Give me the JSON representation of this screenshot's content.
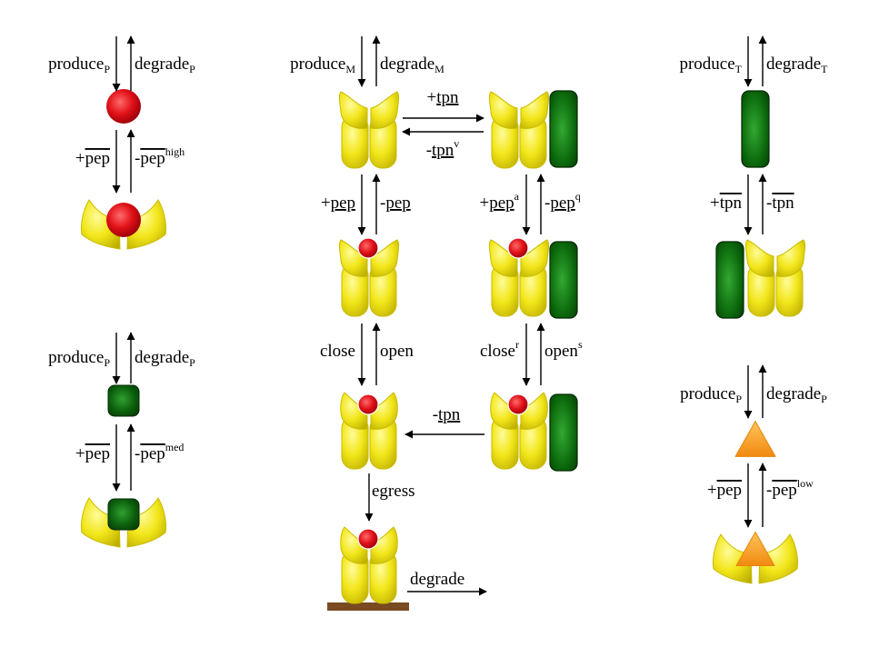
{
  "labels": {
    "produce": "produce",
    "degrade": "degrade",
    "sub_P": "P",
    "sub_M": "M",
    "sub_T": "T",
    "plus": "+",
    "minus": "-",
    "pep": "pep",
    "tpn": "tpn",
    "sup_high": "high",
    "sup_med": "med",
    "sup_low": "low",
    "sup_a": "a",
    "sup_q": "q",
    "sup_v": "v",
    "sup_r": "r",
    "sup_s": "s",
    "close": "close",
    "open": "open",
    "egress": "egress",
    "degrade_final": "degrade"
  },
  "colors": {
    "peptide_red": "#e0101c",
    "peptide_green": "#0b5e0b",
    "peptide_orange": "#f59a18",
    "mhc_yellow": "#f0e414",
    "tapasin_green": "#0c6a0c",
    "membrane_brown": "#7a4a22"
  }
}
